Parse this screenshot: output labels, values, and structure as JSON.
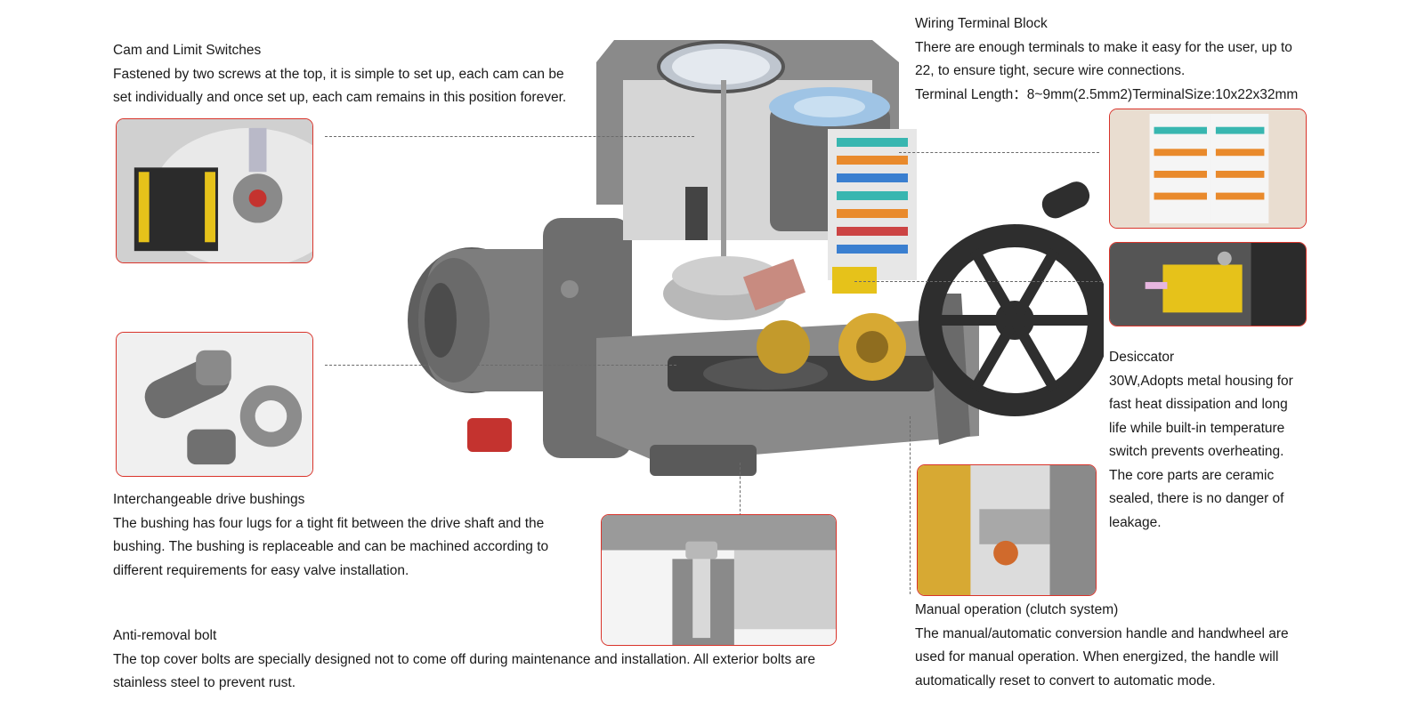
{
  "callouts": {
    "cam": {
      "title": "Cam and Limit Switches",
      "lines": [
        "Fastened by two screws at the top, it is simple to set up, each cam can be",
        "set individually and once set up, each cam remains in this position forever."
      ]
    },
    "wiring": {
      "title": "Wiring Terminal Block",
      "lines": [
        "There are enough terminals to make it easy for the user, up to",
        "22, to ensure tight, secure wire connections.",
        "Terminal Length：8~9mm(2.5mm2)TerminalSize:10x22x32mm"
      ]
    },
    "bushing": {
      "title": "Interchangeable drive bushings",
      "lines": [
        "The bushing has four lugs for a tight fit between the drive shaft and the",
        "bushing. The bushing is replaceable and can be machined according to",
        "different requirements for easy valve installation."
      ]
    },
    "bolt": {
      "title": "Anti-removal bolt",
      "lines": [
        "The top cover bolts are specially designed not to come off during maintenance and installation. All exterior bolts are",
        "stainless steel to prevent rust."
      ]
    },
    "desiccator": {
      "title": "Desiccator",
      "lines": [
        "30W,Adopts metal housing for",
        "fast heat dissipation and long",
        "life while built-in temperature",
        "switch prevents overheating.",
        "The core parts are ceramic",
        "sealed, there is no danger of",
        "leakage."
      ]
    },
    "manual": {
      "title": "Manual operation (clutch system)",
      "lines": [
        "The manual/automatic conversion handle and handwheel are",
        "used for manual operation. When energized, the handle will",
        "automatically reset to convert to automatic mode."
      ]
    }
  },
  "colors": {
    "inset_border": "#d9342b",
    "housing": "#7d7d7d",
    "housing_dark": "#4c4c4c",
    "handwheel": "#2e2e2e",
    "gear_gold": "#d7a933",
    "switch_yellow": "#e6c21a",
    "terminal_orange": "#e98a2c",
    "terminal_teal": "#38b6b0",
    "terminal_blue": "#3a7fd0",
    "plug_red": "#c4332f"
  }
}
